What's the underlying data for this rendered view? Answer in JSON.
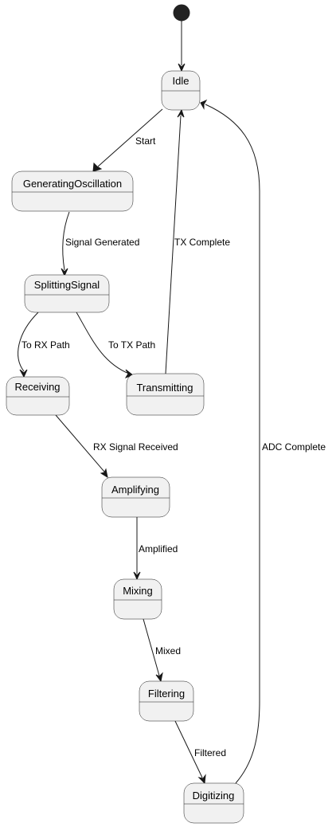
{
  "diagram": {
    "type": "state-machine",
    "states": {
      "idle": "Idle",
      "generating": "GeneratingOscillation",
      "splitting": "SplittingSignal",
      "receiving": "Receiving",
      "transmitting": "Transmitting",
      "amplifying": "Amplifying",
      "mixing": "Mixing",
      "filtering": "Filtering",
      "digitizing": "Digitizing"
    },
    "transitions": {
      "start": "Start",
      "signal_generated": "Signal Generated",
      "to_rx_path": "To RX Path",
      "to_tx_path": "To TX Path",
      "tx_complete": "TX Complete",
      "rx_signal_received": "RX Signal Received",
      "amplified": "Amplified",
      "mixed": "Mixed",
      "filtered": "Filtered",
      "adc_complete": "ADC Complete"
    }
  }
}
